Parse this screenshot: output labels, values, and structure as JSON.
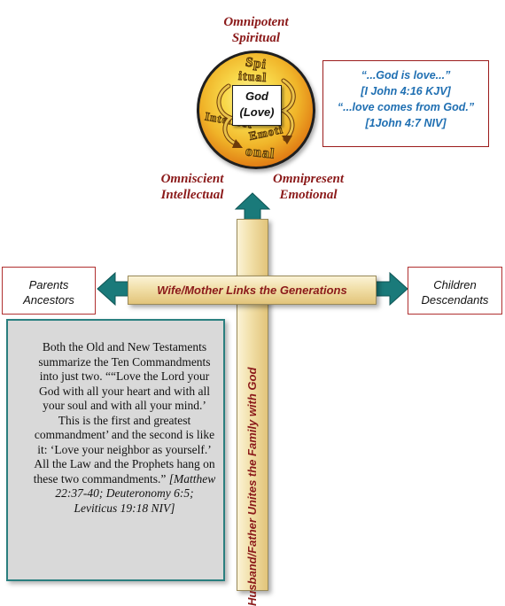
{
  "top_attribute": {
    "line1": "Omnipotent",
    "line2": "Spiritual"
  },
  "left_attribute": {
    "line1": "Omniscient",
    "line2": "Intellectual"
  },
  "right_attribute": {
    "line1": "Omnipresent",
    "line2": "Emotional"
  },
  "circle": {
    "center_line1": "God",
    "center_line2": "(Love)",
    "swirl_words": [
      "Spi",
      "itual",
      "Intellect",
      "Emoti",
      "onal"
    ]
  },
  "quote": {
    "line1": "“...God is love...”",
    "line2": "[I John 4:16 KJV]",
    "line3": "“...love comes from God.”",
    "line4": "[1John 4:7 NIV]"
  },
  "left_box": {
    "line1": "Parents",
    "line2": "Ancestors"
  },
  "right_box": {
    "line1": "Children",
    "line2": "Descendants"
  },
  "horizontal_beam": "Wife/Mother Links the Generations",
  "vertical_beam": "Husband/Father Unites the Family with God",
  "scripture": {
    "text": "Both the Old and New Testaments summarize the Ten Commandments into just two. ““Love the Lord your God with all your heart and with all your soul and with all your mind.’ This is the first and greatest commandment’ and the second is like it: ‘Love your neighbor as yourself.’ All the Law and the Prophets hang on these two commandments.”",
    "reference": "[Matthew 22:37-40; Deuteronomy 6:5; Leviticus 19:18 NIV]"
  },
  "colors": {
    "attribute_text": "#8b1a1a",
    "quote_text": "#1f6fb2",
    "arrow": "#1a7a7a",
    "box_border": "#b03030",
    "scripture_border": "#2a7f7f",
    "scripture_bg": "#d9d9d9"
  }
}
